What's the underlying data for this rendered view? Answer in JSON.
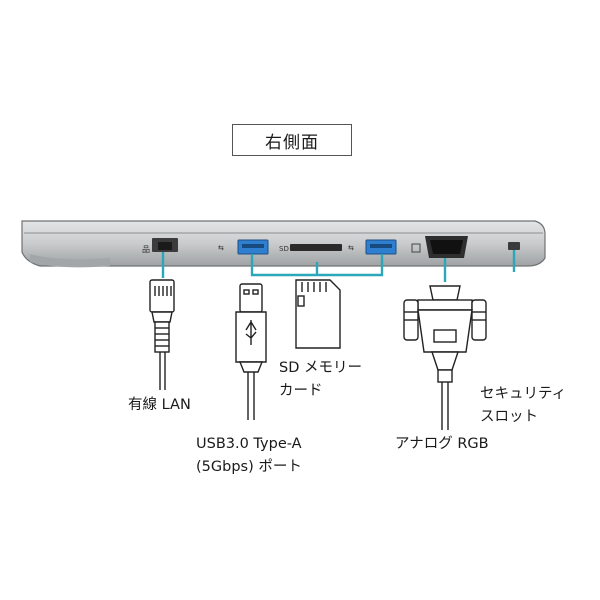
{
  "title": "右側面",
  "labels": {
    "lan": "有線 LAN",
    "usb_line1": "USB3.0 Type-A",
    "usb_line2": "(5Gbps) ポート",
    "sd_line1": "SD メモリー",
    "sd_line2": "カード",
    "rgb": "アナログ RGB",
    "security_line1": "セキュリティ",
    "security_line2": "スロット"
  },
  "colors": {
    "callout": "#2aa7b8",
    "usb_port": "#2f7fd0",
    "chassis": "#cfd1d2",
    "outline": "#333333"
  }
}
